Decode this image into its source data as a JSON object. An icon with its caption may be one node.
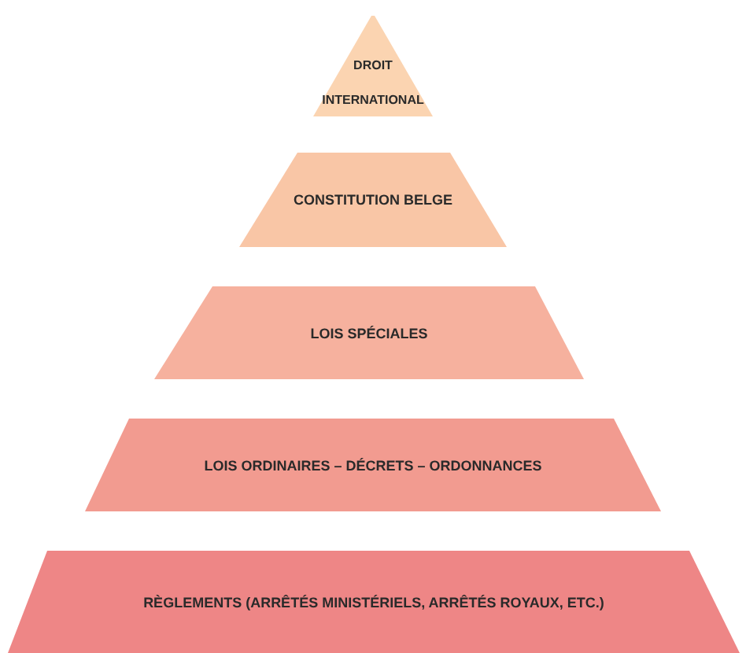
{
  "diagram": {
    "nodes": [
      {
        "text": [
          "DROIT INTERNATIONAL"
        ]
      },
      {
        "text": [
          "CONSTITUTION BELGE"
        ]
      },
      {
        "text": [
          "LOIS SPÉCIALES"
        ]
      },
      {
        "text": [
          "LOIS ORDINAIRES – DÉCRETS – ORDONNANCES"
        ]
      },
      {
        "text": [
          "RÈGLEMENTS (ARRÊTÉS MINISTÉRIELS, ARRÊTÉS ROYAUX, ETC.)"
        ]
      }
    ]
  }
}
